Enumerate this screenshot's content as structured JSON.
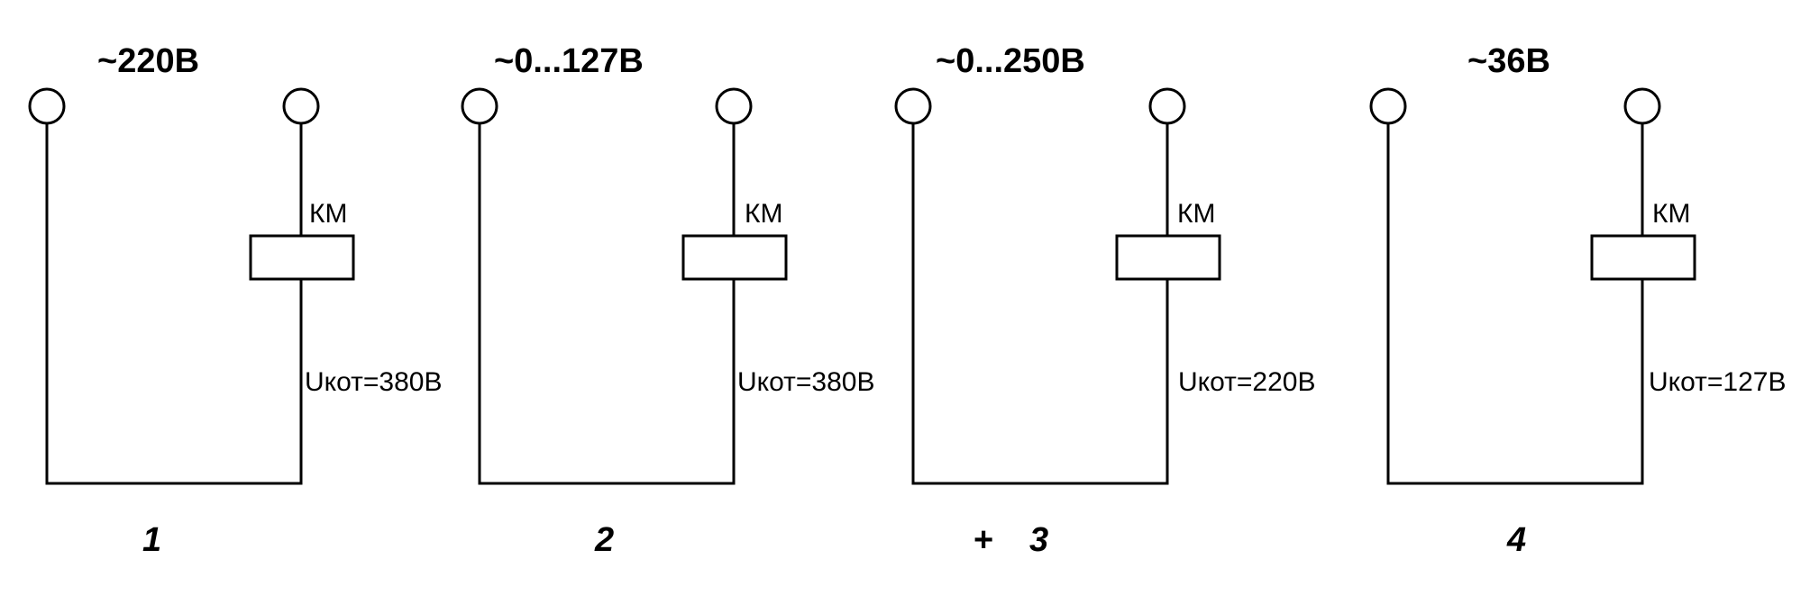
{
  "circuits": [
    {
      "supply": "~220В",
      "coil": "КМ",
      "coil_voltage": "Uкот=380В",
      "number": "1",
      "mark": ""
    },
    {
      "supply": "~0...127В",
      "coil": "КМ",
      "coil_voltage": "Uкот=380В",
      "number": "2",
      "mark": ""
    },
    {
      "supply": "~0...250В",
      "coil": "КМ",
      "coil_voltage": "Uкот=220В",
      "number": "3",
      "mark": "+"
    },
    {
      "supply": "~36В",
      "coil": "КМ",
      "coil_voltage": "Uкот=127В",
      "number": "4",
      "mark": ""
    }
  ]
}
